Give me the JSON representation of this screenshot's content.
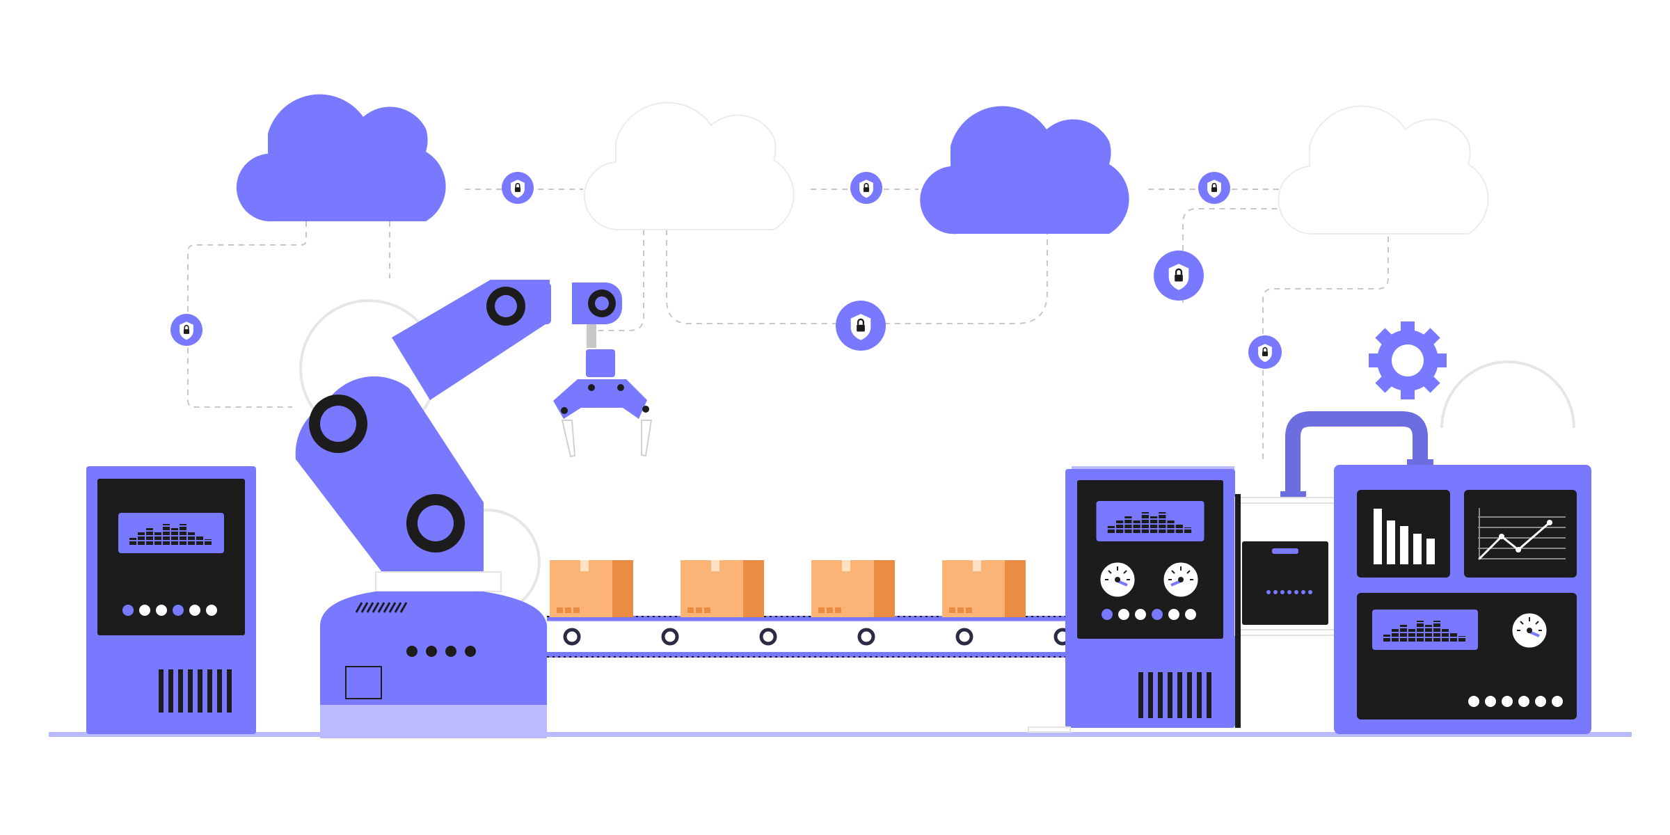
{
  "palette": {
    "primary": "#7879ff",
    "primary_light": "#b9baff",
    "primary_pale": "#d7d8ff",
    "dark": "#1c1c1c",
    "white": "#ffffff",
    "box": "#fcb476",
    "box_shade": "#ea8d42",
    "dash": "#c7c7c7",
    "ghost": "#e6e6e6",
    "pipe": "#6c6ddf"
  },
  "icons": {
    "cloud": "cloud-icon",
    "shield": "shield-lock-icon",
    "gear": "gear-icon",
    "gauge": "gauge-icon",
    "bar_chart": "bar-chart-icon",
    "line_chart": "line-chart-icon",
    "equalizer": "equalizer-icon"
  },
  "scene": {
    "conveyor_box_count": 4,
    "left_cabinet_indicator_lights": 6,
    "right_console_indicator_lights": 6,
    "data_panel_indicator_lights": 6,
    "robot_base_buttons": 4
  }
}
